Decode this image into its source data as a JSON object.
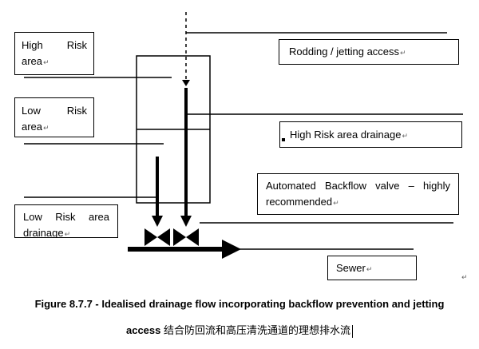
{
  "labels": {
    "high_risk_area": {
      "line1": "High   Risk",
      "line2": "area"
    },
    "low_risk_area": {
      "line1": "Low    Risk",
      "line2": "area"
    },
    "low_risk_area_drainage": {
      "line1": "Low   Risk   area",
      "line2": "drainage"
    },
    "rodding_access": "Rodding / jetting access",
    "high_risk_drainage": "High Risk area drainage",
    "backflow_valve": {
      "line1": "Automated  Backflow  valve  –  highly",
      "line2": "recommended"
    },
    "sewer": "Sewer"
  },
  "caption": {
    "line1": "Figure 8.7.7 - Idealised drainage flow incorporating backflow prevention and jetting",
    "line2_en": "access ",
    "line2_cn": "结合防回流和高压清洗通道的理想排水流"
  },
  "paragraph_mark": "↵"
}
